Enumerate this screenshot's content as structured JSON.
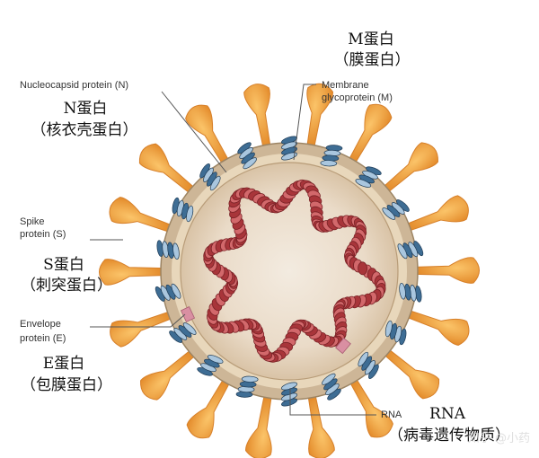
{
  "labels": {
    "n_en": "Nucleocapsid protein (N)",
    "n_cn1": "N蛋白",
    "n_cn2": "（核衣壳蛋白）",
    "m_cn1": "M蛋白",
    "m_cn2": "（膜蛋白）",
    "m_en1": "Membrane",
    "m_en2": "glycoprotein (M)",
    "s_en1": "Spike",
    "s_en2": "protein (S)",
    "s_cn1": "S蛋白",
    "s_cn2": "（刺突蛋白）",
    "e_en1": "Envelope",
    "e_en2": "protein (E)",
    "e_cn1": "E蛋白",
    "e_cn2": "（包膜蛋白）",
    "rna_en": "RNA",
    "rna_cn1": "RNA",
    "rna_cn2": "（病毒遗传物质）"
  },
  "watermark": "知乎 @小药",
  "colors": {
    "spike": "#f0a13c",
    "spike_dark": "#d7802a",
    "envelope_outer": "#c9b396",
    "envelope_band": "#e3cfae",
    "membrane_protein": "#3e6d94",
    "membrane_protein_light": "#a9c6de",
    "rna": "#a8353a",
    "rna_light": "#d2686b",
    "core": "#f1e6d8",
    "e_protein": "#d98fa2"
  }
}
